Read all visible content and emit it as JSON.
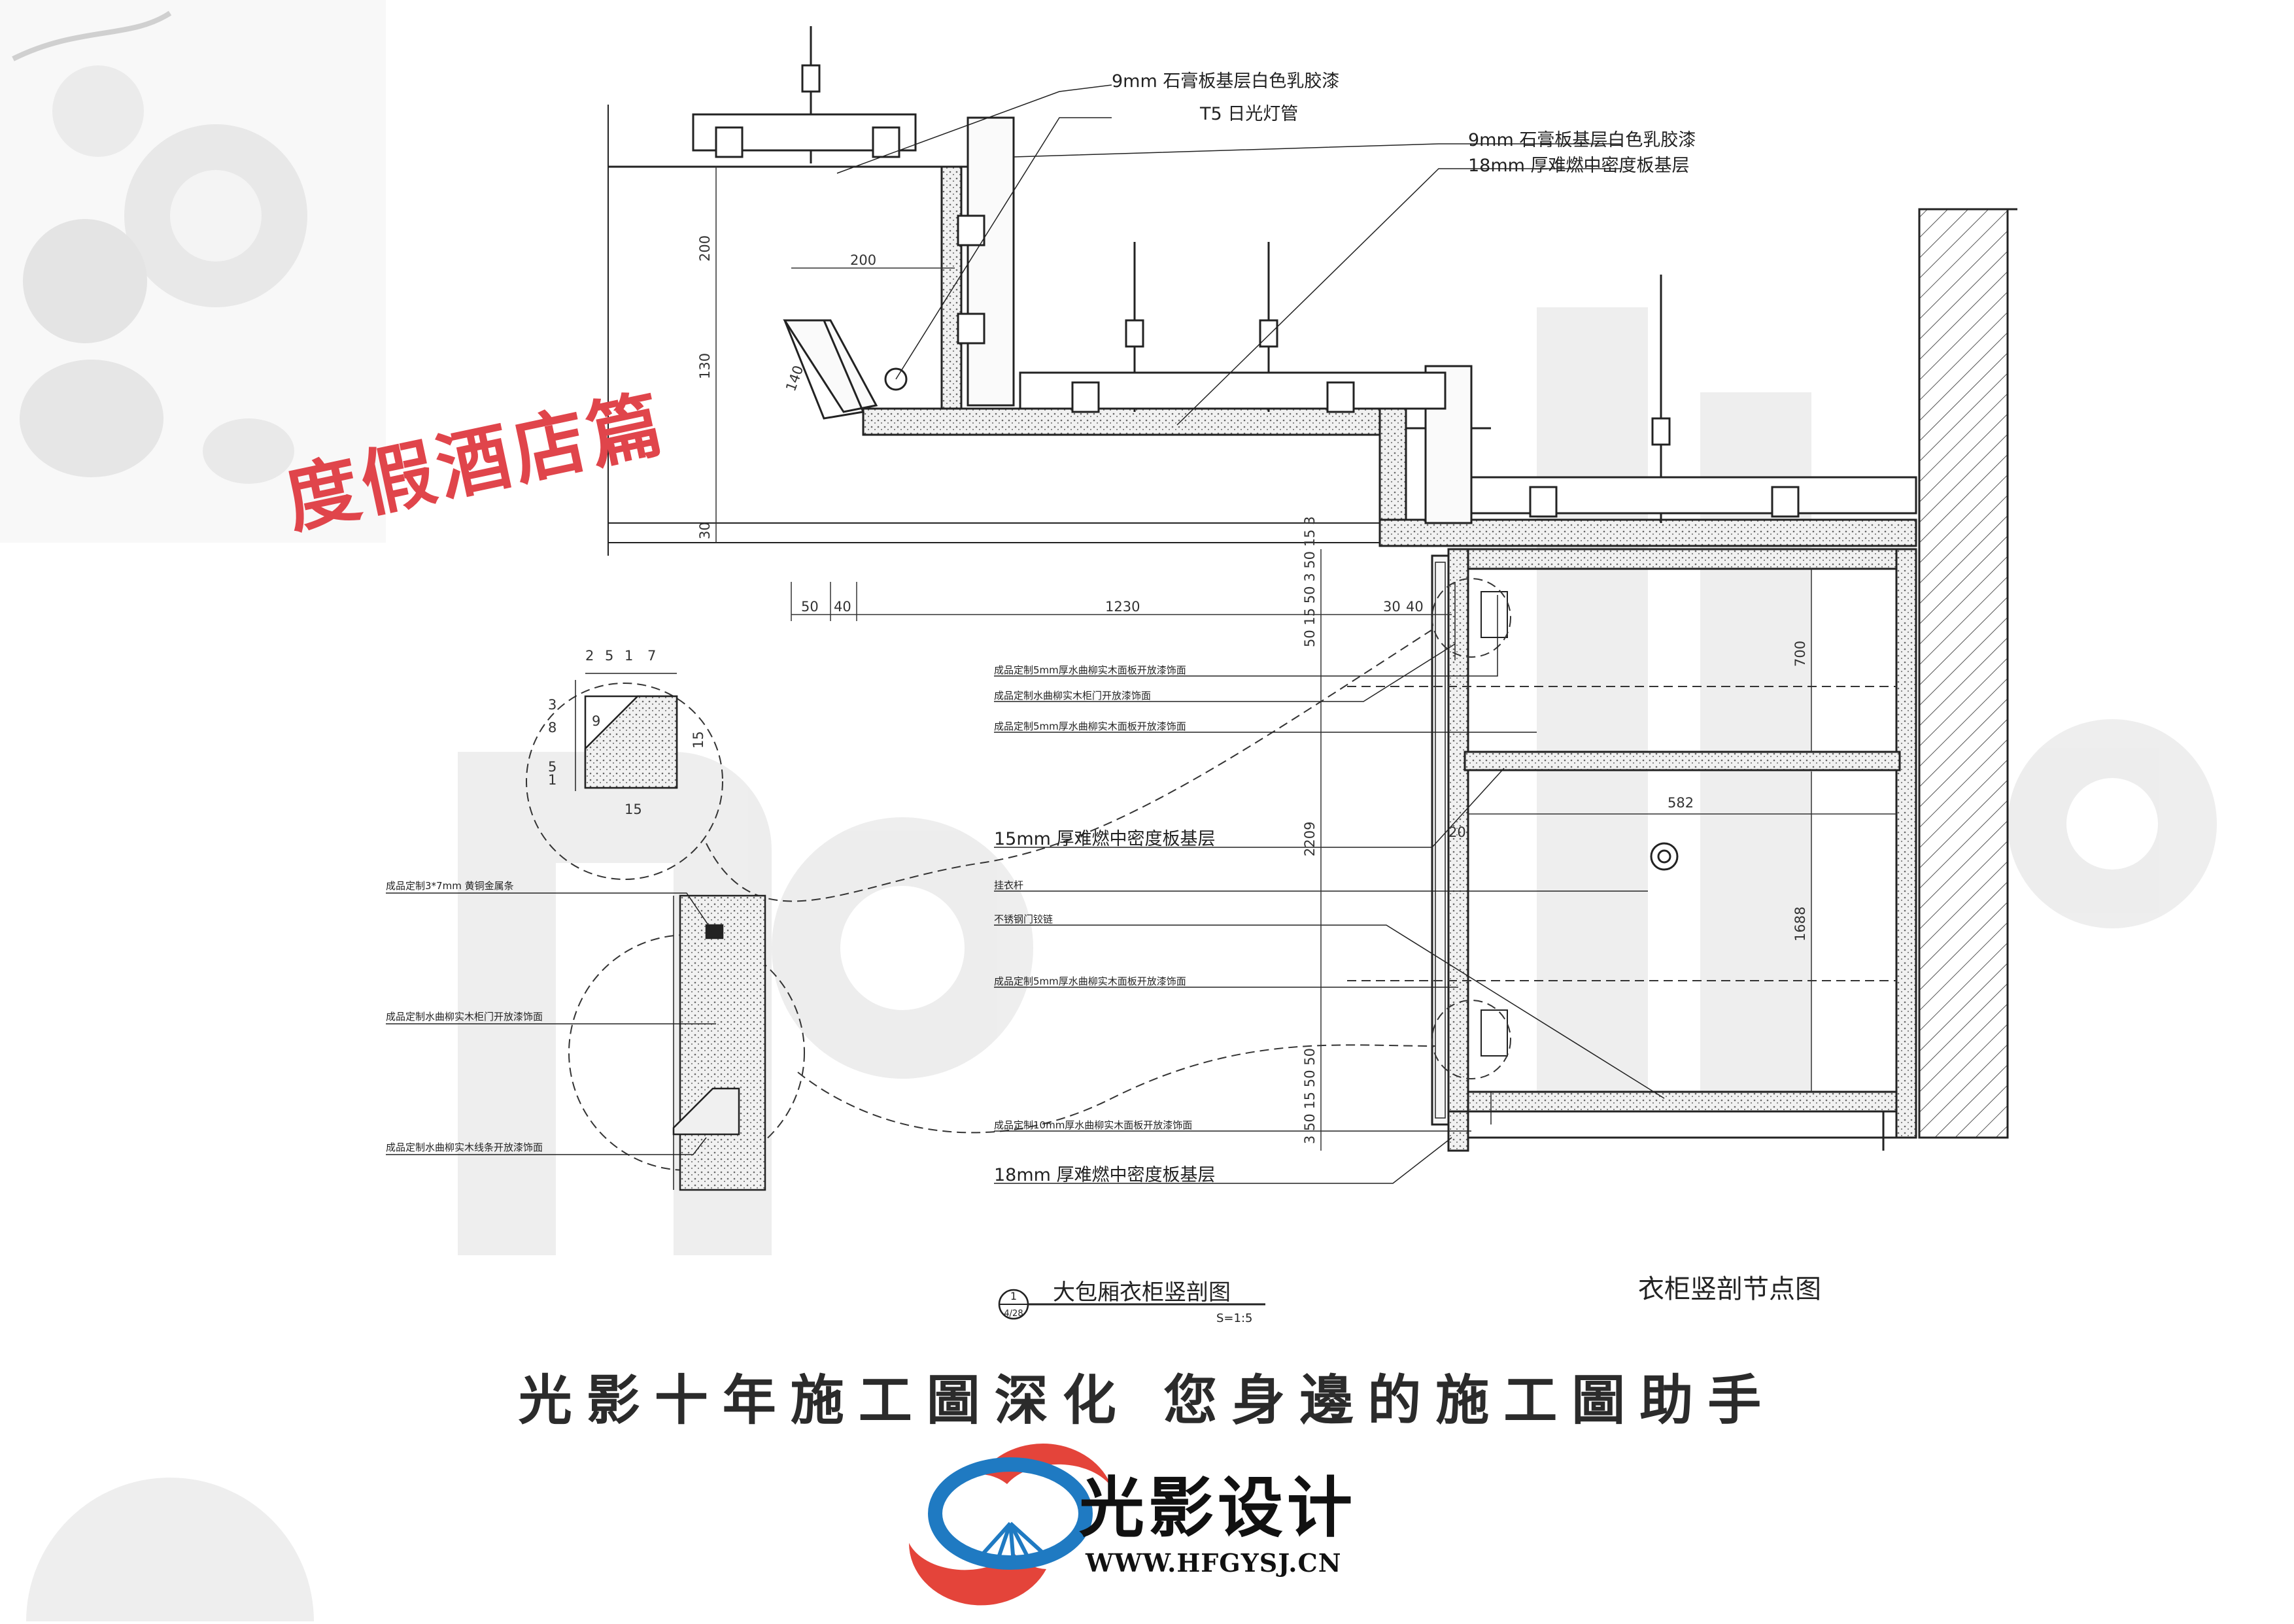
{
  "section_title": "度假酒店篇",
  "drawing_title": "大包厢衣柜竖剖图",
  "drawing_number": "1",
  "sheet_ref": "4/28",
  "scale": "S=1:5",
  "node_title": "衣柜竖剖节点图",
  "slogan": "光影十年施工圖深化  您身邊的施工圖助手",
  "brand_name": "光影设计",
  "brand_url": "WWW.HFGYSJ.CN",
  "colors": {
    "accent_red": "#e0454b",
    "brand_blue": "#1f7ac2",
    "line": "#222222"
  },
  "annotations": {
    "top_1": "9mm 石膏板基层白色乳胶漆",
    "top_2": "T5 日光灯管",
    "top_3": "9mm 石膏板基层白色乳胶漆",
    "top_4": "18mm 厚难燃中密度板基层",
    "side_1": "成品定制5mm厚水曲柳实木面板开放漆饰面",
    "side_2": "成品定制水曲柳实木柜门开放漆饰面",
    "side_3": "成品定制5mm厚水曲柳实木面板开放漆饰面",
    "side_4": "15mm 厚难燃中密度板基层",
    "side_5": "挂衣杆",
    "side_6": "不锈钢门铰链",
    "side_7": "成品定制5mm厚水曲柳实木面板开放漆饰面",
    "side_8": "成品定制10mm厚水曲柳实木面板开放漆饰面",
    "side_9": "18mm 厚难燃中密度板基层",
    "detail_1": "成品定制3*7mm 黄铜金属条",
    "detail_2": "成品定制水曲柳实木柜门开放漆饰面",
    "detail_3": "成品定制水曲柳实木线条开放漆饰面"
  },
  "dimensions": {
    "d200v": "200",
    "d130": "130",
    "d30": "30",
    "d200h": "200",
    "d140": "140",
    "d50": "50",
    "d40": "40",
    "d1230": "1230",
    "d30b": "30",
    "d40b": "40",
    "d700": "700",
    "d582": "582",
    "d2209": "2209",
    "d1688": "1688",
    "d20": "20",
    "v_top": "50 15 50 3 50 15 3",
    "v_bot": "3 50 15 50 50",
    "c_2": "2",
    "c_5": "5",
    "c_1": "1",
    "c_7": "7",
    "c_15a": "15",
    "c_15b": "15",
    "c_3": "3",
    "c_8": "8",
    "c_5b": "5",
    "c_1b": "1",
    "c_9": "9"
  }
}
